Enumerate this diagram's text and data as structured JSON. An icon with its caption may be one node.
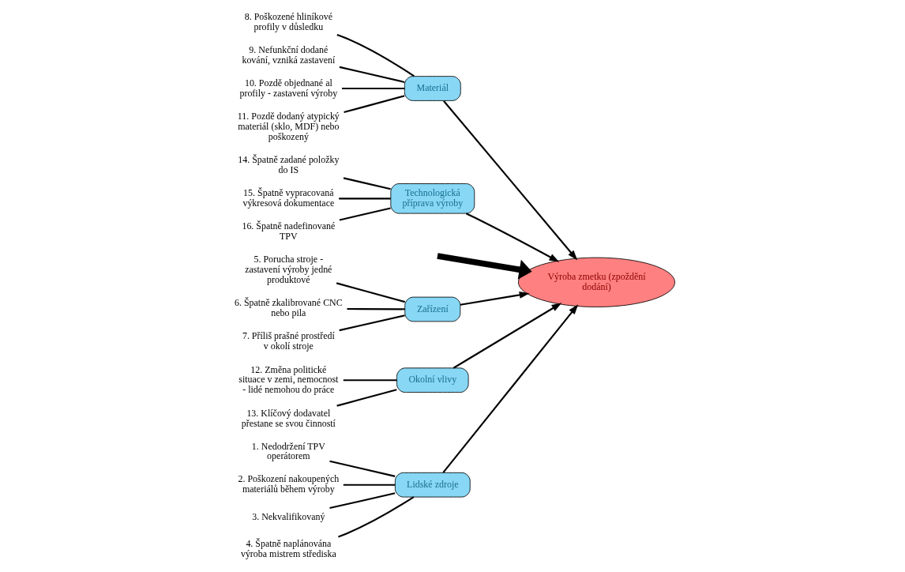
{
  "diagram": {
    "nodes": [
      {
        "text": [
          "Lidské zdroje"
        ]
      },
      {
        "text": [
          "Materiál"
        ]
      },
      {
        "text": [
          "Technologická příprava výroby"
        ]
      },
      {
        "text": [
          "1. Nedodržení TPV operátorem"
        ]
      },
      {
        "text": [
          "2. Poškození nakoupených materiálů během výroby"
        ]
      },
      {
        "text": [
          "3. Nekvalifikovaný"
        ]
      },
      {
        "text": [
          "4. Špatně naplánována výroba mistrem střediska"
        ]
      },
      {
        "text": [
          "8. Poškozené hliníkové profily v důsledku"
        ]
      },
      {
        "text": [
          "9. Nefunkční dodané kování, vzniká zastavení"
        ]
      },
      {
        "text": [
          "10. Pozdě objednané al profily - zastavení výroby"
        ]
      },
      {
        "text": [
          "11. Pozdě dodaný atypický materiál (sklo, MDF) nebo poškozený"
        ]
      },
      {
        "text": [
          "14. Špatně zadané položky do IS"
        ]
      },
      {
        "text": [
          "15. Špatně vypracovaná výkresová dokumentace"
        ]
      },
      {
        "text": [
          "16. Špatně nadefinované TPV"
        ]
      },
      {
        "text": [
          "Výroba zmetku (zpoždění dodání)"
        ]
      },
      {
        "text": [
          "5. Porucha stroje - zastavení výroby jedné produktové"
        ]
      },
      {
        "text": [
          "6. Špatně zkalibrované CNC nebo pila"
        ]
      },
      {
        "text": [
          "7. Příliš prašné prostředí v okolí stroje"
        ]
      },
      {
        "text": [
          "12. Změna politické situace v zemi, nemocnost - lidé nemohou do práce"
        ]
      },
      {
        "text": [
          "13. Klíčový dodavatel přestane se svou činností"
        ]
      },
      {
        "text": [
          "Zařízení"
        ]
      },
      {
        "text": [
          "Okolní vlivy"
        ]
      }
    ],
    "edges": [
      {
        "from": null,
        "to": 14,
        "arrow": "to",
        "style": "thick"
      },
      {
        "from": 0,
        "to": 14,
        "arrow": "to"
      },
      {
        "from": 1,
        "to": 14,
        "arrow": "to"
      },
      {
        "from": 2,
        "to": 14,
        "arrow": "to"
      },
      {
        "from": 20,
        "to": 14,
        "arrow": "to"
      },
      {
        "from": 21,
        "to": 14,
        "arrow": "to"
      },
      {
        "from": 3,
        "to": 0,
        "arrow": "none"
      },
      {
        "from": 4,
        "to": 0,
        "arrow": "none"
      },
      {
        "from": 5,
        "to": 0,
        "arrow": "none"
      },
      {
        "from": 6,
        "to": 0,
        "arrow": "none"
      },
      {
        "from": 7,
        "to": 1,
        "arrow": "none"
      },
      {
        "from": 8,
        "to": 1,
        "arrow": "none"
      },
      {
        "from": 9,
        "to": 1,
        "arrow": "none"
      },
      {
        "from": 10,
        "to": 1,
        "arrow": "none"
      },
      {
        "from": 11,
        "to": 2,
        "arrow": "none"
      },
      {
        "from": 12,
        "to": 2,
        "arrow": "none"
      },
      {
        "from": 13,
        "to": 2,
        "arrow": "none"
      },
      {
        "from": 15,
        "to": 20,
        "arrow": "none"
      },
      {
        "from": 16,
        "to": 20,
        "arrow": "none"
      },
      {
        "from": 17,
        "to": 20,
        "arrow": "none"
      },
      {
        "from": 18,
        "to": 21,
        "arrow": "none"
      },
      {
        "from": 19,
        "to": 21,
        "arrow": "none"
      }
    ]
  }
}
